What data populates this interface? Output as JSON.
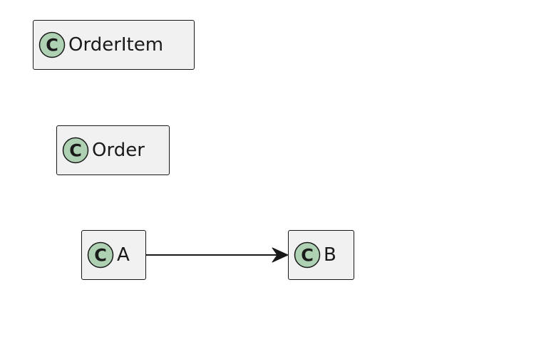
{
  "classes": [
    {
      "id": "orderitem",
      "name": "OrderItem",
      "stereotype_letter": "C",
      "icon": "class-c-icon"
    },
    {
      "id": "order",
      "name": "Order",
      "stereotype_letter": "C",
      "icon": "class-c-icon"
    },
    {
      "id": "a",
      "name": "A",
      "stereotype_letter": "C",
      "icon": "class-c-icon"
    },
    {
      "id": "b",
      "name": "B",
      "stereotype_letter": "C",
      "icon": "class-c-icon"
    }
  ],
  "relations": [
    {
      "from": "A",
      "to": "B",
      "type": "directed-association"
    }
  ],
  "colors": {
    "class_fill": "#f1f1f1",
    "class_border": "#181818",
    "icon_fill": "#add1b2",
    "icon_letter": "#1a1a1a",
    "arrow": "#181818"
  }
}
